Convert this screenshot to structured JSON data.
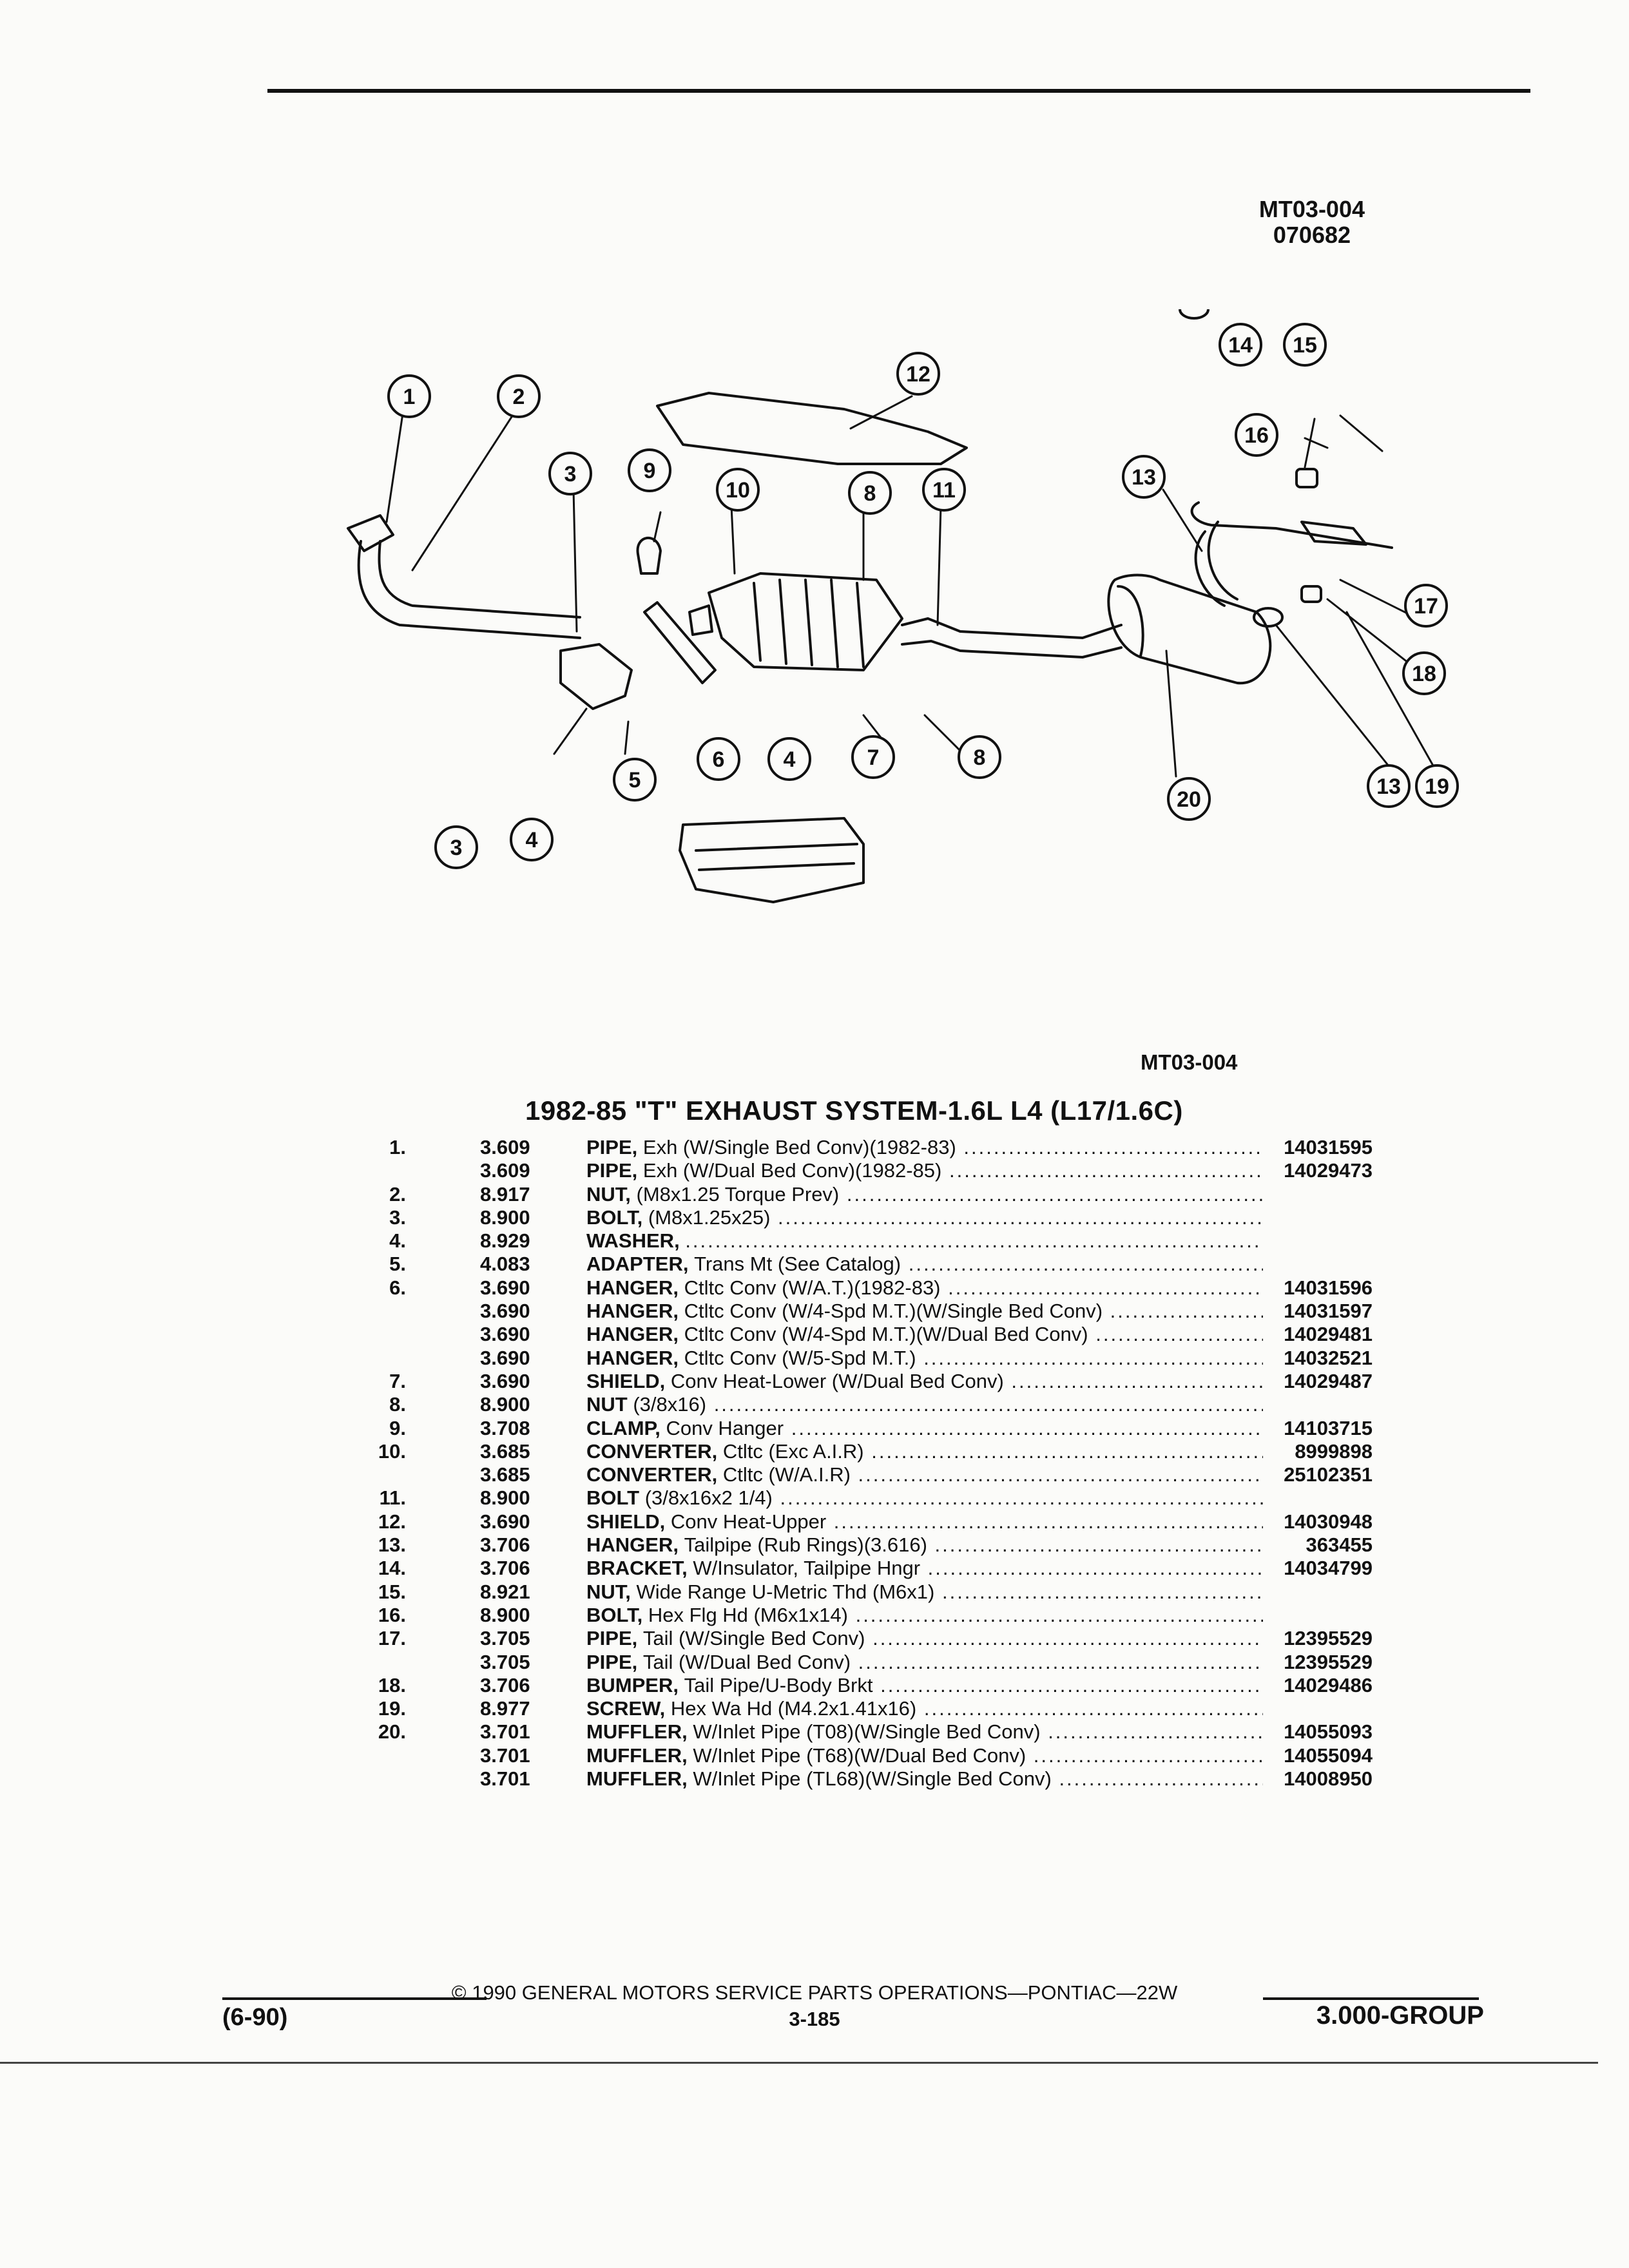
{
  "header": {
    "code_line1": "MT03-004",
    "code_line2": "070682"
  },
  "diagram": {
    "callouts": [
      "1",
      "2",
      "3",
      "9",
      "10",
      "8",
      "11",
      "12",
      "13",
      "14",
      "15",
      "16",
      "17",
      "18",
      "19",
      "20",
      "13",
      "3",
      "4",
      "5",
      "6",
      "4",
      "7",
      "8"
    ],
    "figure_id": "MT03-004"
  },
  "title": "1982-85 \"T\" EXHAUST SYSTEM-1.6L L4 (L17/1.6C)",
  "parts": [
    {
      "num": "1.",
      "cat": "3.609",
      "name": "PIPE,",
      "desc": "Exh (W/Single Bed Conv)(1982-83)",
      "pn": "14031595"
    },
    {
      "num": "",
      "cat": "3.609",
      "name": "PIPE,",
      "desc": "Exh (W/Dual Bed Conv)(1982-85)",
      "pn": "14029473"
    },
    {
      "num": "2.",
      "cat": "8.917",
      "name": "NUT,",
      "desc": "(M8x1.25 Torque Prev)",
      "pn": ""
    },
    {
      "num": "3.",
      "cat": "8.900",
      "name": "BOLT,",
      "desc": "(M8x1.25x25)",
      "pn": ""
    },
    {
      "num": "4.",
      "cat": "8.929",
      "name": "WASHER,",
      "desc": "",
      "pn": ""
    },
    {
      "num": "5.",
      "cat": "4.083",
      "name": "ADAPTER,",
      "desc": "Trans Mt (See Catalog)",
      "pn": ""
    },
    {
      "num": "6.",
      "cat": "3.690",
      "name": "HANGER,",
      "desc": "Ctltc Conv (W/A.T.)(1982-83)",
      "pn": "14031596"
    },
    {
      "num": "",
      "cat": "3.690",
      "name": "HANGER,",
      "desc": "Ctltc Conv (W/4-Spd M.T.)(W/Single Bed Conv)",
      "pn": "14031597"
    },
    {
      "num": "",
      "cat": "3.690",
      "name": "HANGER,",
      "desc": "Ctltc Conv (W/4-Spd M.T.)(W/Dual Bed Conv)",
      "pn": "14029481"
    },
    {
      "num": "",
      "cat": "3.690",
      "name": "HANGER,",
      "desc": "Ctltc Conv (W/5-Spd M.T.)",
      "pn": "14032521"
    },
    {
      "num": "7.",
      "cat": "3.690",
      "name": "SHIELD,",
      "desc": "Conv Heat-Lower (W/Dual Bed Conv)",
      "pn": "14029487"
    },
    {
      "num": "8.",
      "cat": "8.900",
      "name": "NUT",
      "desc": "(3/8x16)",
      "pn": ""
    },
    {
      "num": "9.",
      "cat": "3.708",
      "name": "CLAMP,",
      "desc": "Conv Hanger",
      "pn": "14103715"
    },
    {
      "num": "10.",
      "cat": "3.685",
      "name": "CONVERTER,",
      "desc": "Ctltc (Exc A.I.R)",
      "pn": "8999898"
    },
    {
      "num": "",
      "cat": "3.685",
      "name": "CONVERTER,",
      "desc": "Ctltc (W/A.I.R)",
      "pn": "25102351"
    },
    {
      "num": "11.",
      "cat": "8.900",
      "name": "BOLT",
      "desc": "(3/8x16x2 1/4)",
      "pn": ""
    },
    {
      "num": "12.",
      "cat": "3.690",
      "name": "SHIELD,",
      "desc": "Conv Heat-Upper",
      "pn": "14030948"
    },
    {
      "num": "13.",
      "cat": "3.706",
      "name": "HANGER,",
      "desc": "Tailpipe (Rub Rings)(3.616)",
      "pn": "363455"
    },
    {
      "num": "14.",
      "cat": "3.706",
      "name": "BRACKET,",
      "desc": "W/Insulator, Tailpipe Hngr",
      "pn": "14034799"
    },
    {
      "num": "15.",
      "cat": "8.921",
      "name": "NUT,",
      "desc": "Wide Range U-Metric Thd (M6x1)",
      "pn": ""
    },
    {
      "num": "16.",
      "cat": "8.900",
      "name": "BOLT,",
      "desc": "Hex Flg Hd (M6x1x14)",
      "pn": ""
    },
    {
      "num": "17.",
      "cat": "3.705",
      "name": "PIPE,",
      "desc": "Tail (W/Single Bed Conv)",
      "pn": "12395529"
    },
    {
      "num": "",
      "cat": "3.705",
      "name": "PIPE,",
      "desc": "Tail (W/Dual Bed Conv)",
      "pn": "12395529"
    },
    {
      "num": "18.",
      "cat": "3.706",
      "name": "BUMPER,",
      "desc": "Tail Pipe/U-Body Brkt",
      "pn": "14029486"
    },
    {
      "num": "19.",
      "cat": "8.977",
      "name": "SCREW,",
      "desc": "Hex Wa Hd (M4.2x1.41x16)",
      "pn": ""
    },
    {
      "num": "20.",
      "cat": "3.701",
      "name": "MUFFLER,",
      "desc": "W/Inlet Pipe (T08)(W/Single Bed Conv)",
      "pn": "14055093"
    },
    {
      "num": "",
      "cat": "3.701",
      "name": "MUFFLER,",
      "desc": "W/Inlet Pipe (T68)(W/Dual Bed Conv)",
      "pn": "14055094"
    },
    {
      "num": "",
      "cat": "3.701",
      "name": "MUFFLER,",
      "desc": "W/Inlet Pipe (TL68)(W/Single Bed Conv)",
      "pn": "14008950"
    }
  ],
  "footer": {
    "date": "(6-90)",
    "copyright": "© 1990 GENERAL MOTORS SERVICE PARTS OPERATIONS—PONTIAC—22W",
    "page": "3-185",
    "group": "3.000-GROUP"
  }
}
